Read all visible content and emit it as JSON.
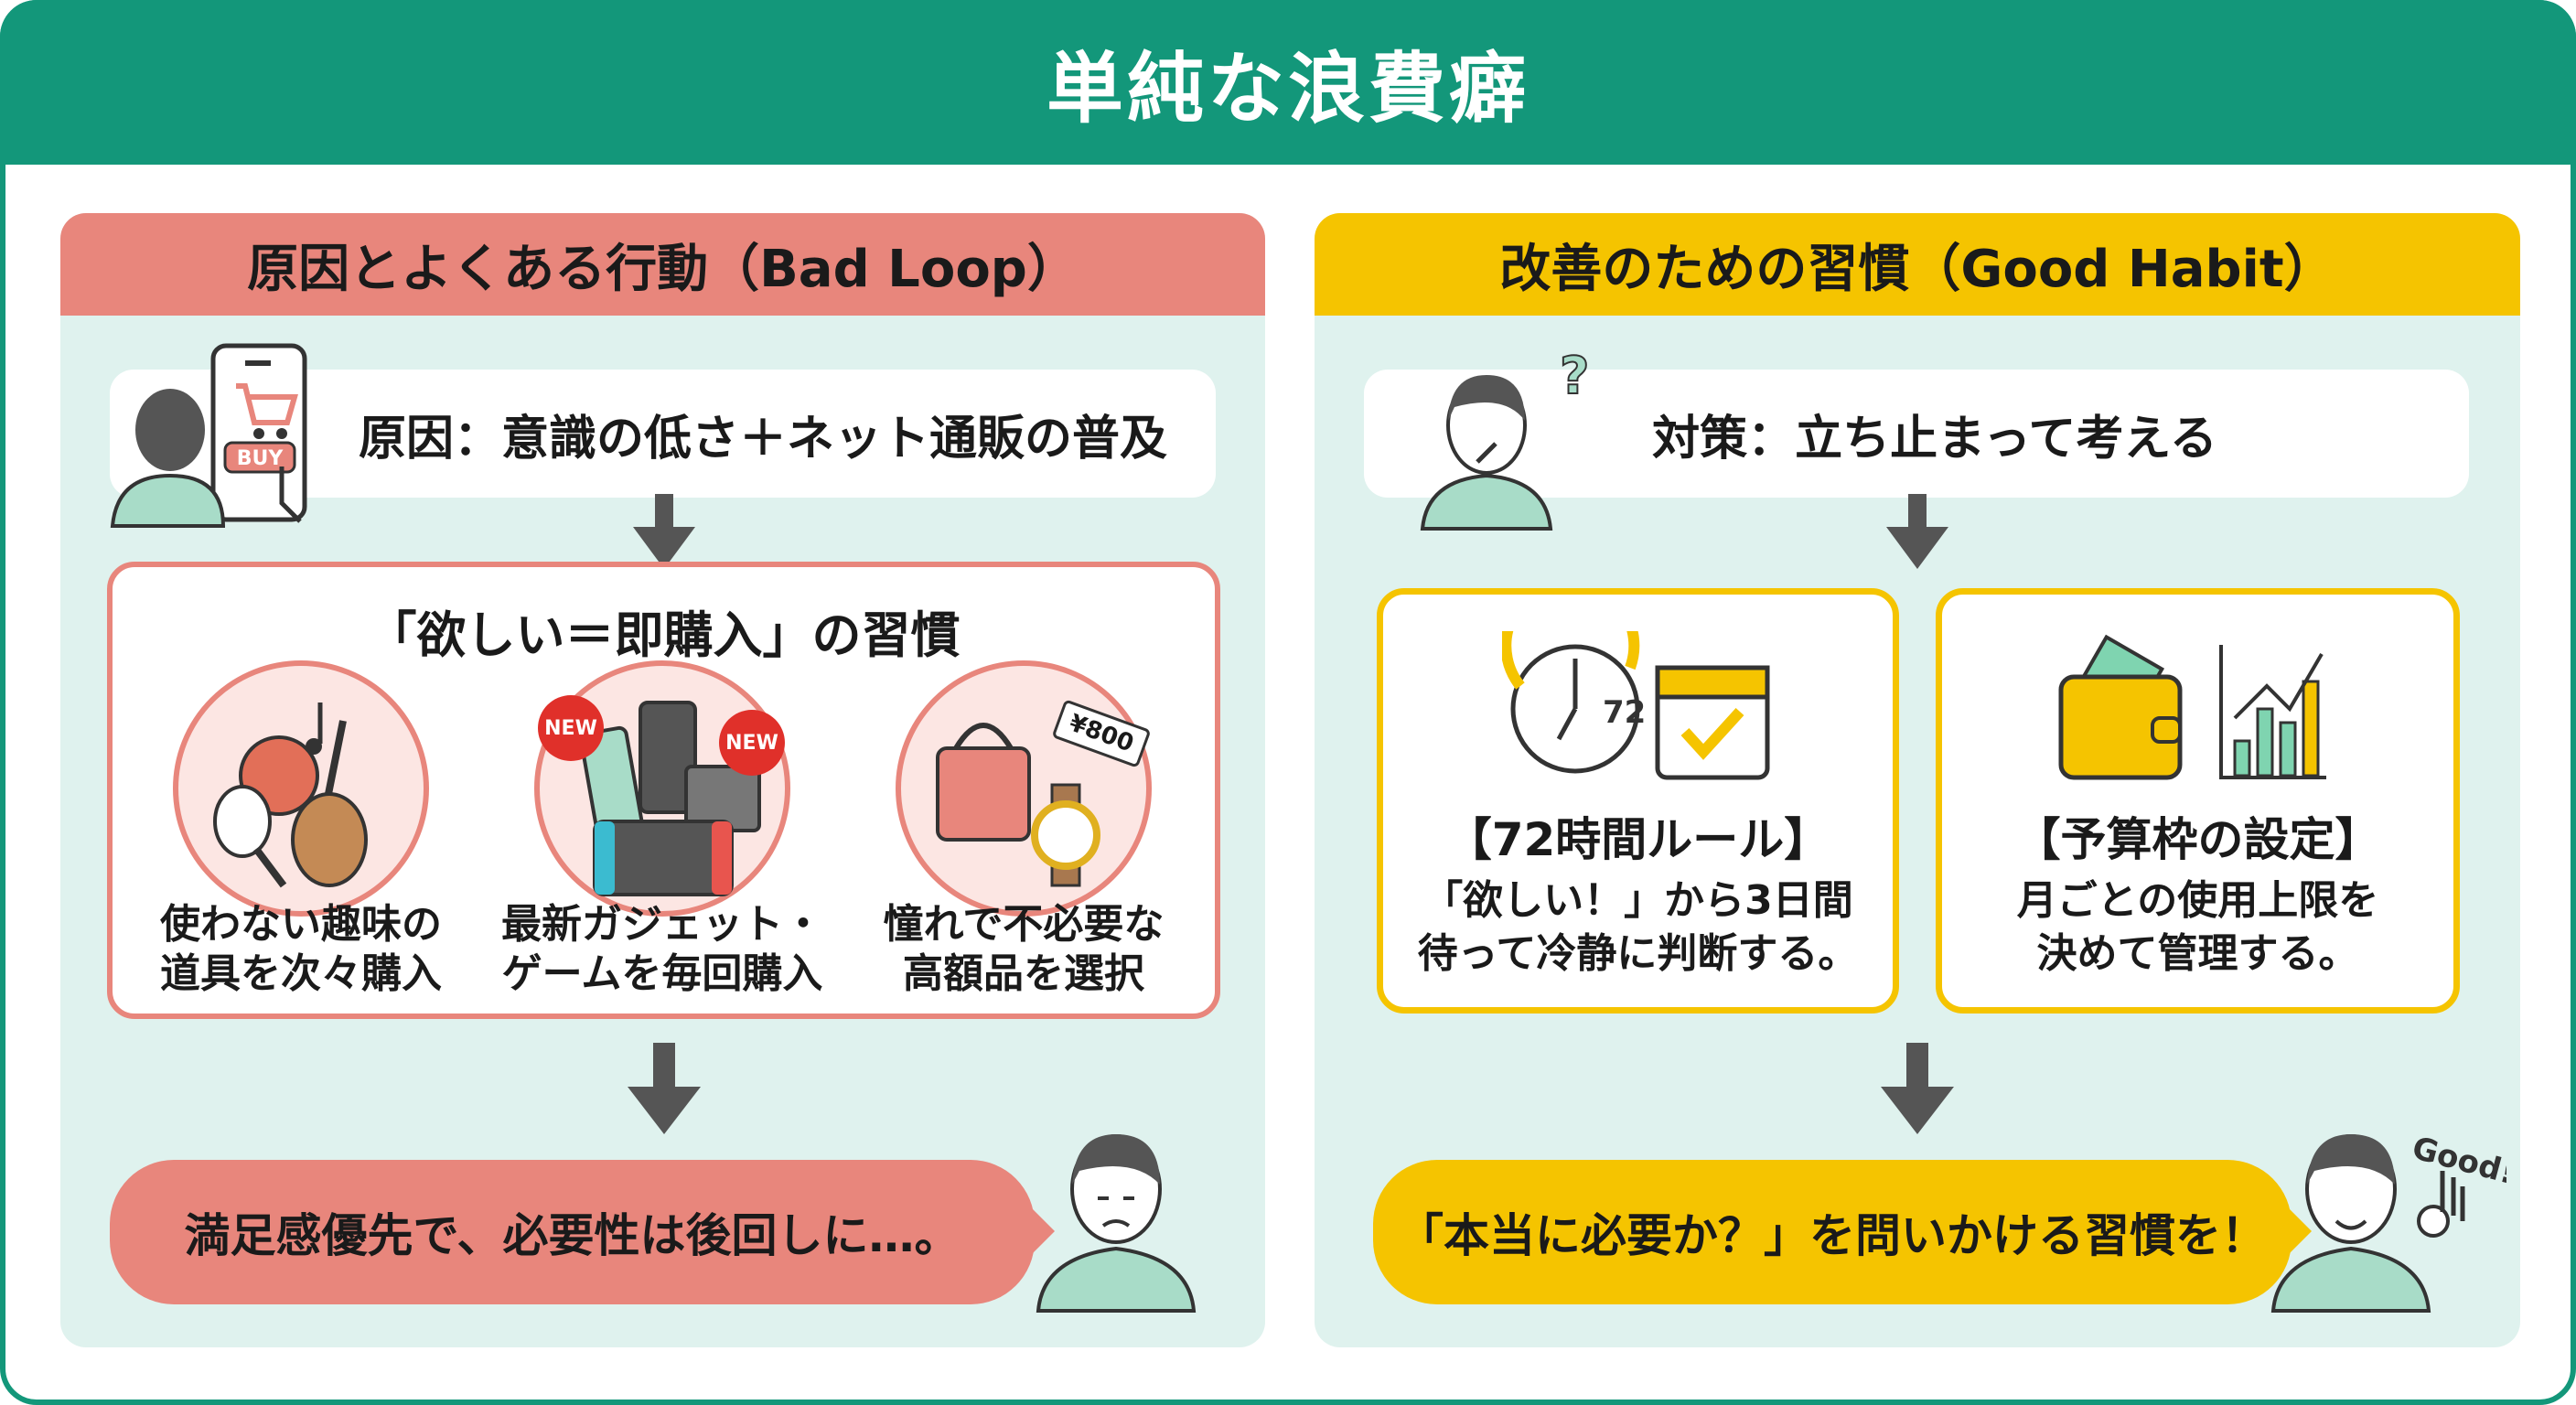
{
  "title": "単純な浪費癖",
  "colors": {
    "brand": "#13977A",
    "bad": "#E8867C",
    "good": "#F5C400",
    "panel_bg": "#DFF2EE"
  },
  "bad_loop": {
    "header": "原因とよくある行動（Bad Loop）",
    "cause": "原因：意識の低さ＋ネット通販の普及",
    "buy_label": "BUY",
    "habit_title": "「欲しい＝即購入」の習慣",
    "items": [
      {
        "line1": "使わない趣味の",
        "line2": "道具を次々購入"
      },
      {
        "line1": "最新ガジェット・",
        "line2": "ゲームを毎回購入",
        "badge": "NEW"
      },
      {
        "line1": "憧れで不必要な",
        "line2": "高額品を選択",
        "price_tag": "¥800"
      }
    ],
    "result": "満足感優先で、必要性は後回しに…。"
  },
  "good_habit": {
    "header": "改善のための習慣（Good Habit）",
    "cause": "対策：立ち止まって考える",
    "question_mark": "?",
    "cards": [
      {
        "title": "【72時間ルール】",
        "line1": "「欲しい！」から3日間",
        "line2": "待って冷静に判断する。",
        "clock_label": "72"
      },
      {
        "title": "【予算枠の設定】",
        "line1": "月ごとの使用上限を",
        "line2": "決めて管理する。"
      }
    ],
    "result": "「本当に必要か？」を問いかける習慣を！",
    "good_label": "Good!"
  }
}
